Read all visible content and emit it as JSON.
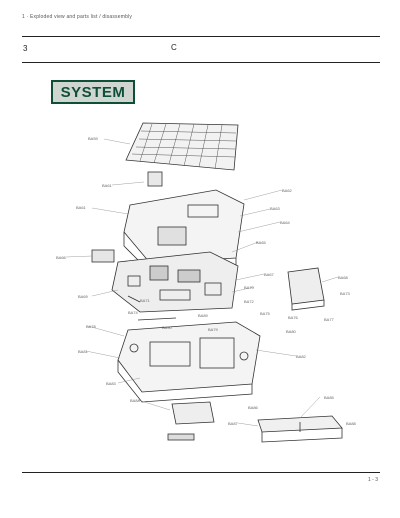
{
  "header": {
    "title": "1 · Exploded view and parts list / disassembly"
  },
  "section": {
    "number": "3",
    "mark": "C"
  },
  "badge": {
    "label": "SYSTEM"
  },
  "callouts": [
    "BA59",
    "BA61",
    "BA61",
    "BA62",
    "BA63",
    "BA64",
    "BA65",
    "BA66",
    "BA67",
    "BA68",
    "BA69",
    "BA70",
    "BA71",
    "BA72",
    "BA73",
    "BA74",
    "BA75",
    "BA76",
    "BA77",
    "BA78",
    "BA79",
    "BA80",
    "BA81",
    "BA82",
    "BA83",
    "BA84",
    "BA85",
    "BA86",
    "BA87",
    "BA88",
    "BA89",
    "BA90"
  ],
  "footer": {
    "page": "1 - 3"
  }
}
